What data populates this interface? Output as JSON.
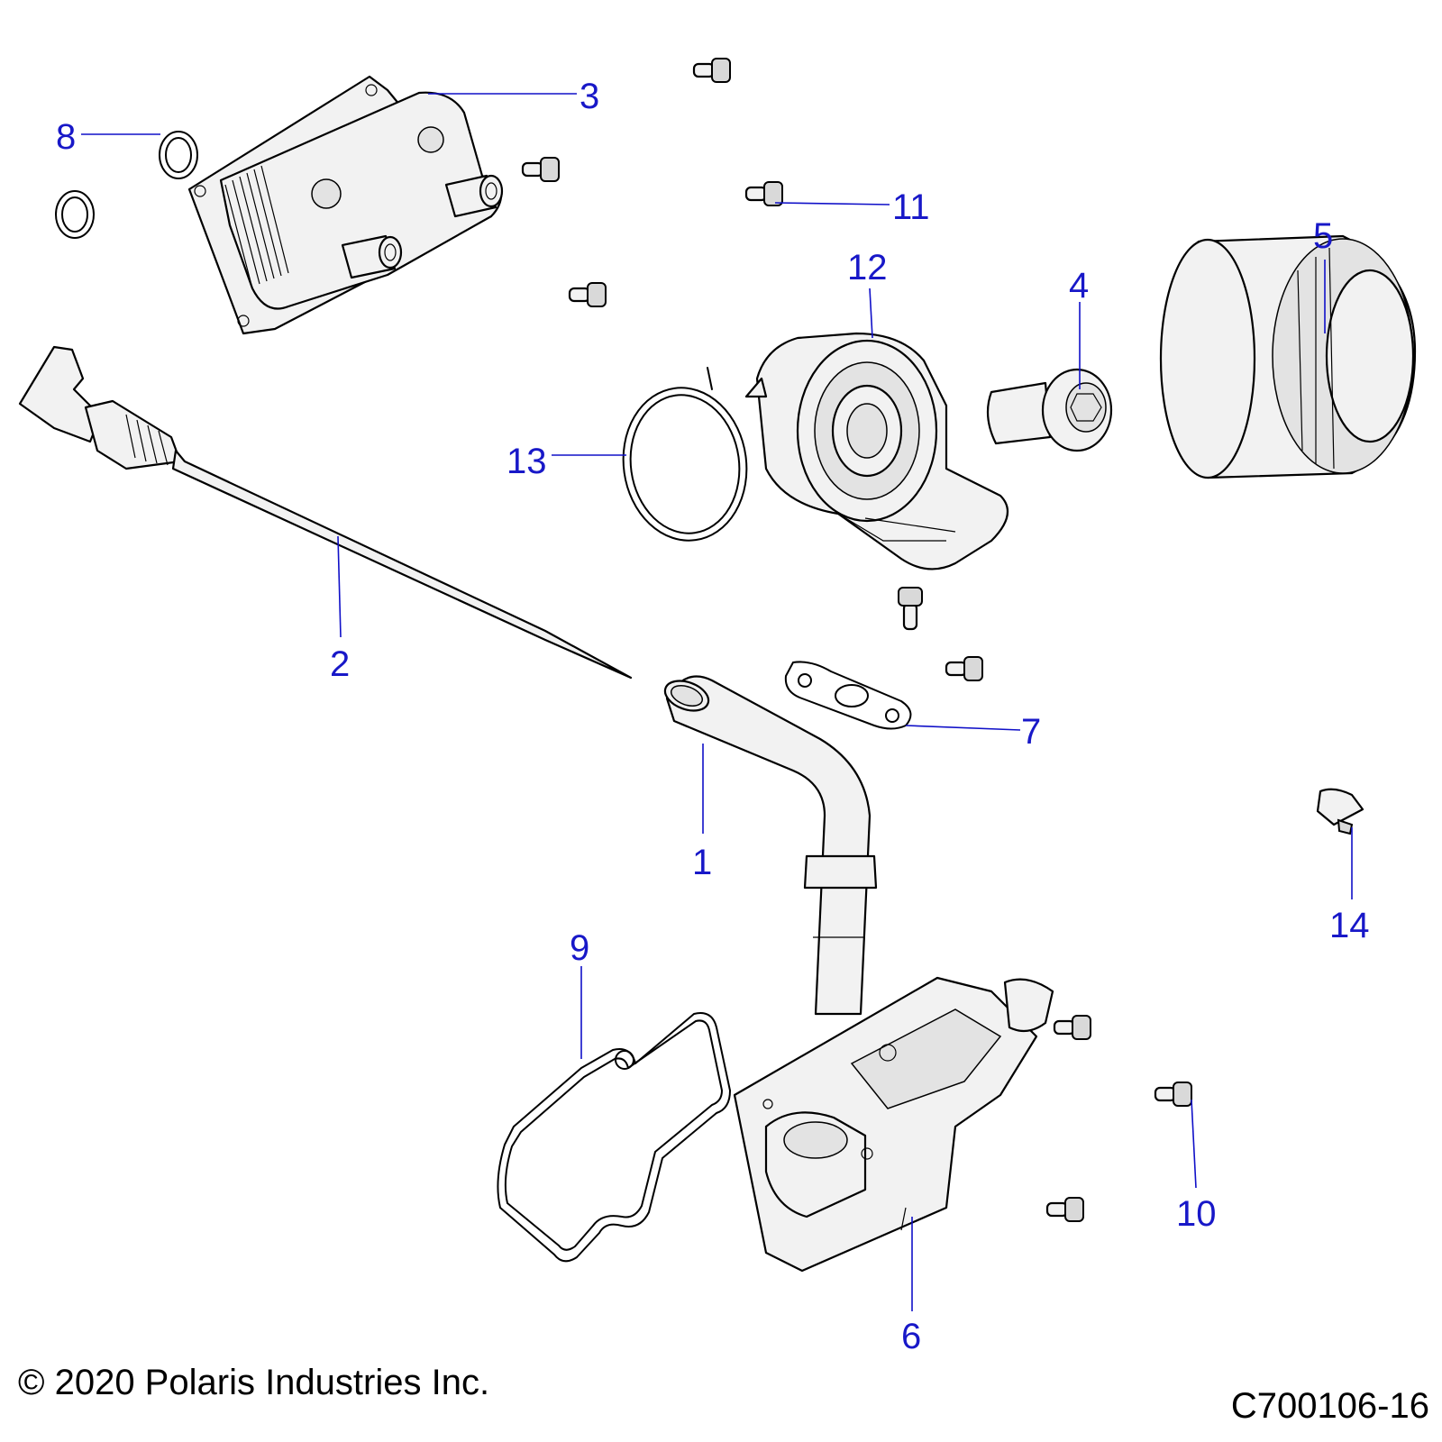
{
  "footer": {
    "copyright": "© 2020 Polaris Industries Inc.",
    "drawing_number": "C700106-16"
  },
  "callouts": {
    "c1": "1",
    "c2": "2",
    "c3": "3",
    "c4": "4",
    "c5": "5",
    "c6": "6",
    "c7": "7",
    "c8": "8",
    "c9": "9",
    "c10": "10",
    "c11": "11",
    "c12": "12",
    "c13": "13",
    "c14": "14"
  },
  "colors": {
    "callout": "#1818c8",
    "line_art": "#000000",
    "background": "#ffffff"
  }
}
